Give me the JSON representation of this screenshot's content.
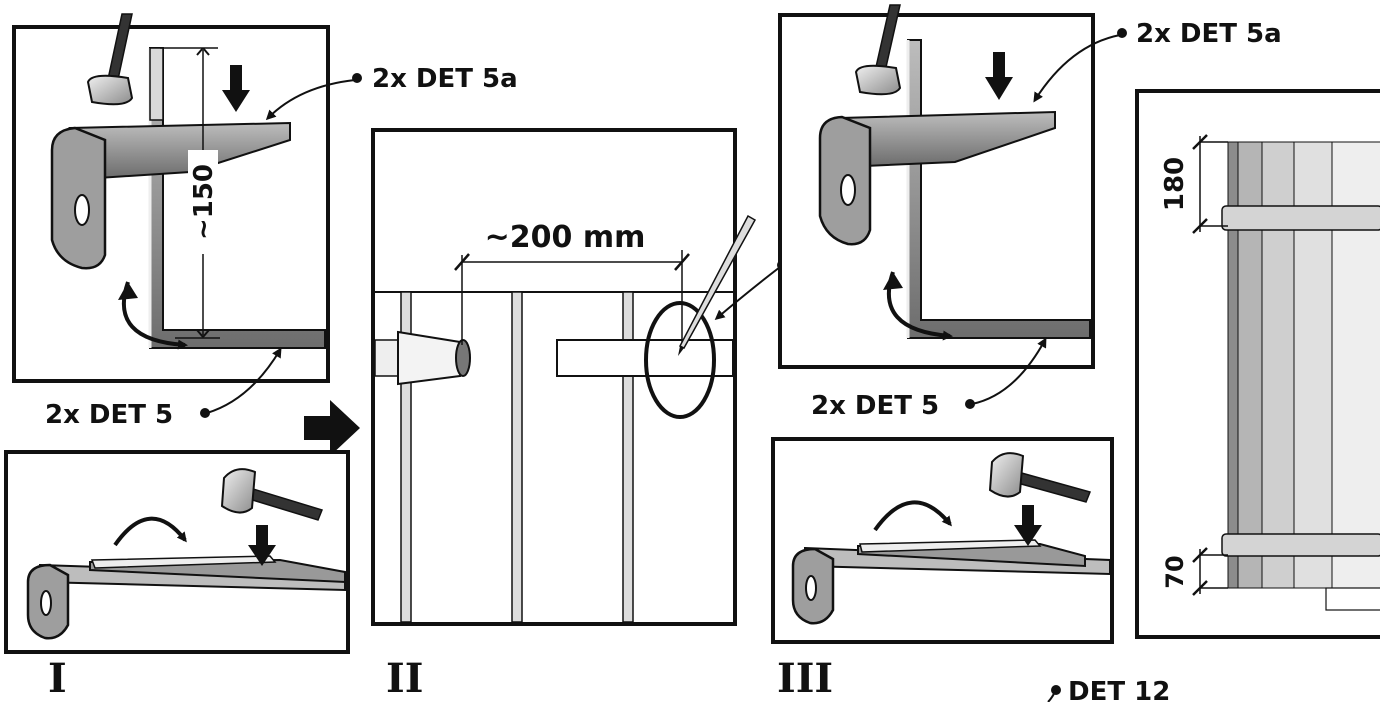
{
  "labels": {
    "det5a_top_left": "2x DET 5a",
    "det5_left": "2x DET 5",
    "dim150": "~150",
    "dim200": "~200 mm",
    "det5a_top_right": "2x DET 5a",
    "det5_right": "2x DET 5",
    "dim180": "180",
    "dim70": "70",
    "det12": "DET 12"
  },
  "steps": {
    "step1": "I",
    "step2": "II",
    "step3": "III"
  },
  "icons": {
    "hammer": "hammer-icon",
    "pencil": "pencil-icon",
    "arrow": "arrow-icon"
  }
}
